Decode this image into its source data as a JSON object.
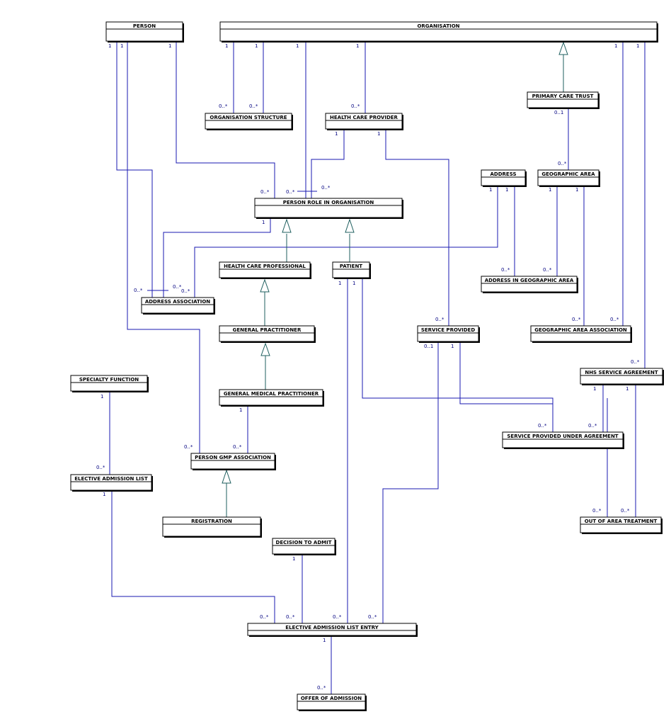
{
  "colors": {
    "line_blue": "#1a1ab0",
    "line_teal": "#1f5f5f",
    "multiplicity_text": "#000080",
    "entity_border": "#000000",
    "background": "#ffffff"
  },
  "entities": {
    "person": "PERSON",
    "organisation": "ORGANISATION",
    "primary_care_trust": "PRIMARY CARE TRUST",
    "organisation_structure": "ORGANISATION STRUCTURE",
    "health_care_provider": "HEALTH CARE PROVIDER",
    "address": "ADDRESS",
    "geographic_area": "GEOGRAPHIC AREA",
    "person_role_in_organisation": "PERSON ROLE IN ORGANISATION",
    "health_care_professional": "HEALTH CARE PROFESSIONAL",
    "patient": "PATIENT",
    "address_in_geographic_area": "ADDRESS IN GEOGRAPHIC AREA",
    "address_association": "ADDRESS ASSOCIATION",
    "general_practitioner": "GENERAL PRACTITIONER",
    "service_provided": "SERVICE PROVIDED",
    "geographic_area_association": "GEOGRAPHIC AREA ASSOCIATION",
    "nhs_service_agreement": "NHS SERVICE AGREEMENT",
    "specialty_function": "SPECIALTY FUNCTION",
    "general_medical_practitioner": "GENERAL MEDICAL PRACTITIONER",
    "service_provided_under_agreement": "SERVICE PROVIDED UNDER AGREEMENT",
    "person_gmp_association": "PERSON GMP ASSOCIATION",
    "elective_admission_list": "ELECTIVE ADMISSION LIST",
    "registration": "REGISTRATION",
    "out_of_area_treatment": "OUT OF AREA TREATMENT",
    "decision_to_admit": "DECISION TO ADMIT",
    "elective_admission_list_entry": "ELECTIVE ADMISSION LIST ENTRY",
    "offer_of_admission": "OFFER OF ADMISSION"
  },
  "multiplicities": {
    "one": "1",
    "zero_or_one": "0..1",
    "zero_or_many": "0..*"
  }
}
